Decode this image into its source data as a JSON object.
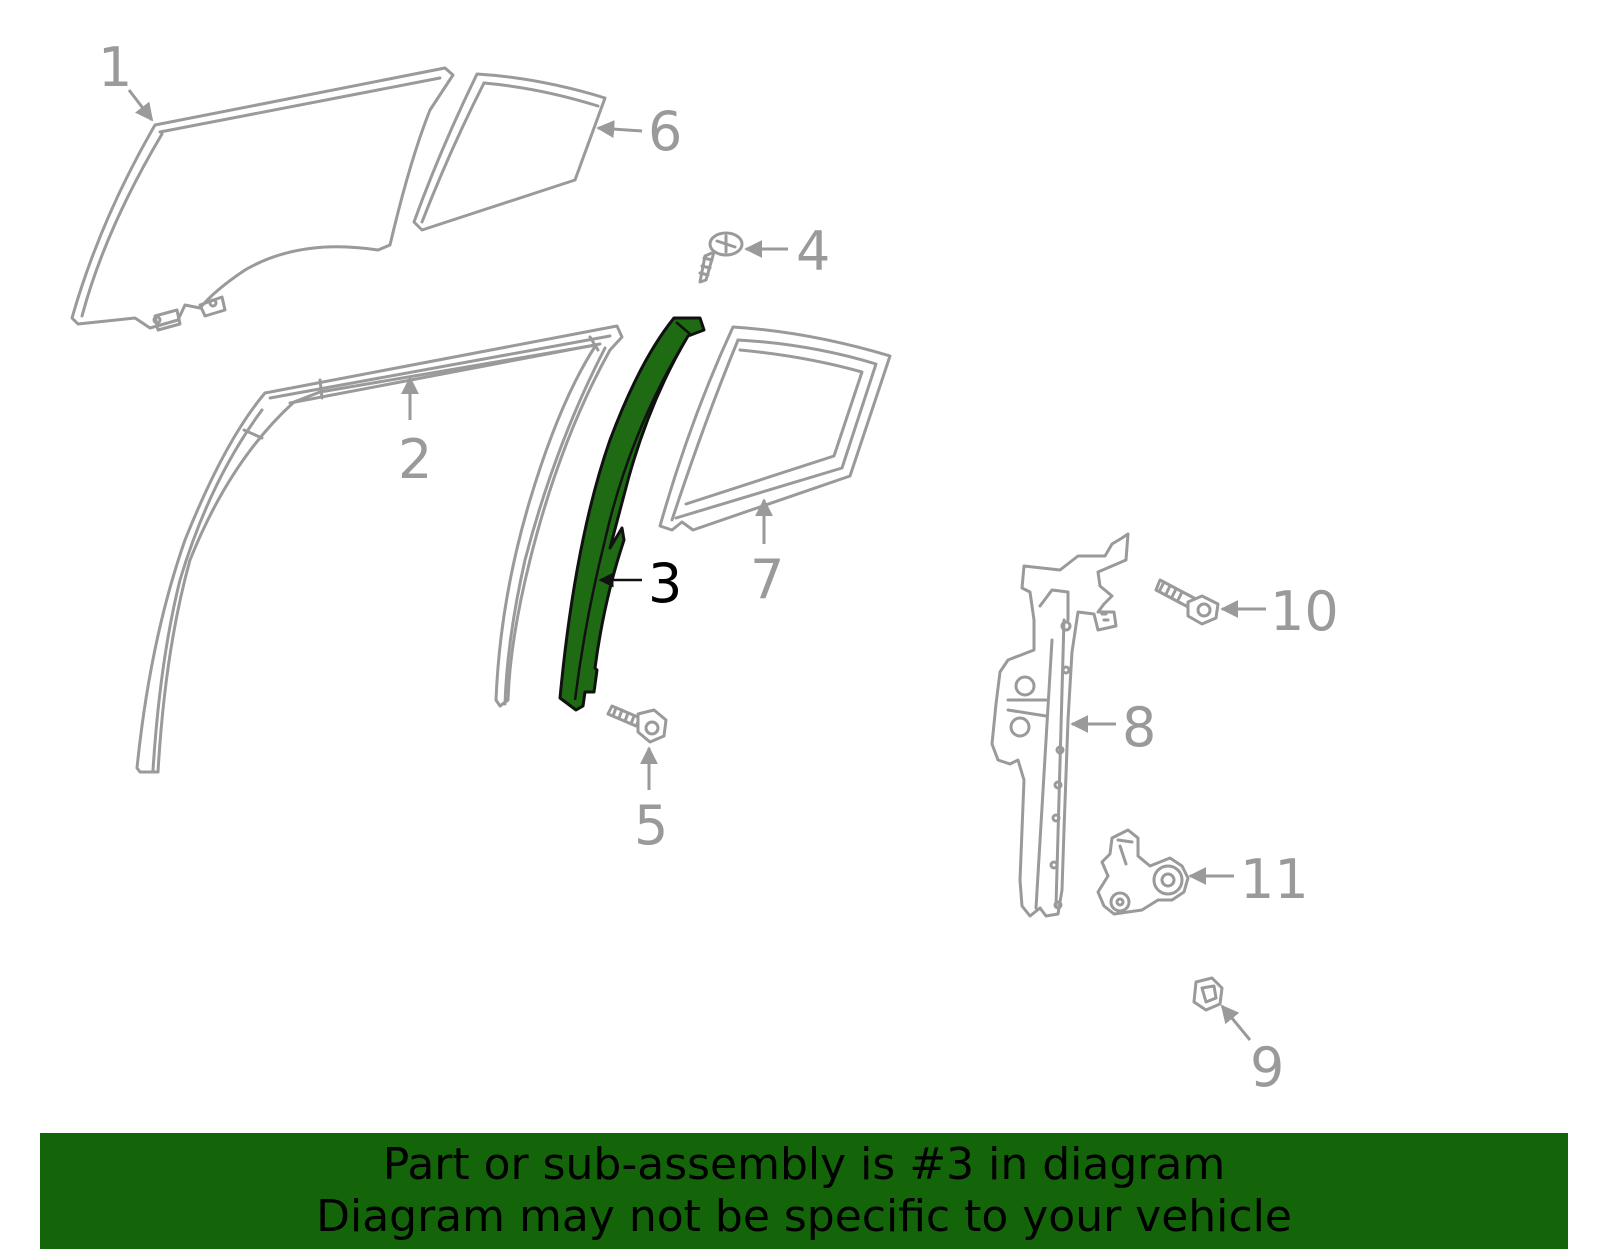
{
  "diagram": {
    "highlight_color": "#1e6b14",
    "line_color": "#9a9a9a",
    "callouts": [
      {
        "id": "1",
        "label": "1",
        "highlighted": false
      },
      {
        "id": "2",
        "label": "2",
        "highlighted": false
      },
      {
        "id": "3",
        "label": "3",
        "highlighted": true
      },
      {
        "id": "4",
        "label": "4",
        "highlighted": false
      },
      {
        "id": "5",
        "label": "5",
        "highlighted": false
      },
      {
        "id": "6",
        "label": "6",
        "highlighted": false
      },
      {
        "id": "7",
        "label": "7",
        "highlighted": false
      },
      {
        "id": "8",
        "label": "8",
        "highlighted": false
      },
      {
        "id": "9",
        "label": "9",
        "highlighted": false
      },
      {
        "id": "10",
        "label": "10",
        "highlighted": false
      },
      {
        "id": "11",
        "label": "11",
        "highlighted": false
      }
    ]
  },
  "banner": {
    "line1": "Part or sub-assembly is #3 in diagram",
    "line2": "Diagram may not be specific to your vehicle",
    "background": "#146409"
  }
}
